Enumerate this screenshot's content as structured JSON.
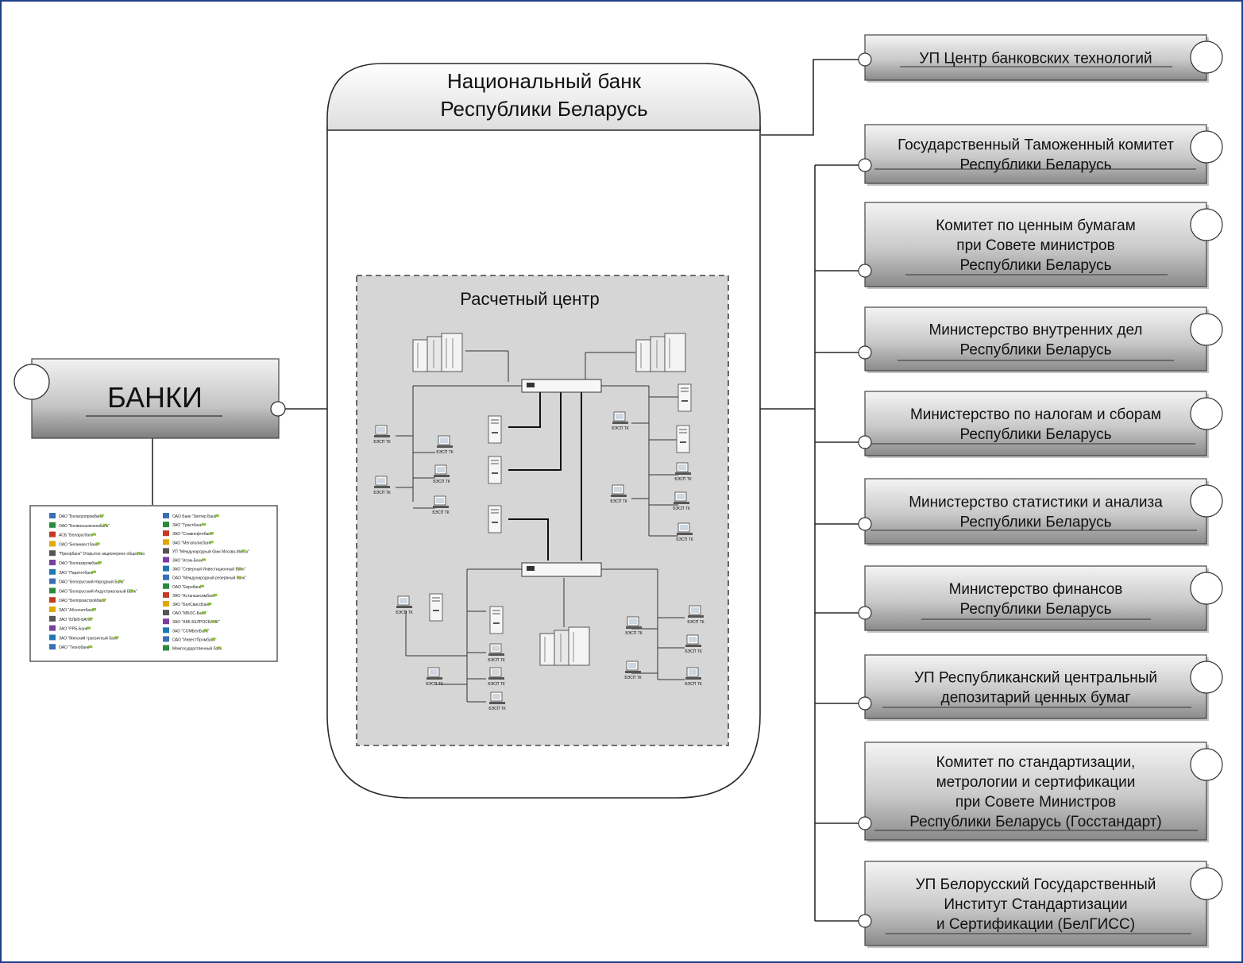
{
  "national_bank": {
    "title_line1": "Национальный банк",
    "title_line2": "Республики Беларусь"
  },
  "settlement_center": {
    "title": "Расчетный центр"
  },
  "banks": {
    "label": "БАНКИ"
  },
  "terminal_label": "БЭСП ТК",
  "organizations": [
    {
      "id": "ucbt",
      "lines": [
        "УП Центр банковских технологий"
      ]
    },
    {
      "id": "customs",
      "lines": [
        "Государственный Таможенный комитет",
        "Республики Беларусь"
      ]
    },
    {
      "id": "securities-committee",
      "lines": [
        "Комитет по ценным бумагам",
        "при Совете министров",
        "Республики Беларусь"
      ]
    },
    {
      "id": "interior",
      "lines": [
        "Министерство внутренних дел",
        "Республики Беларусь"
      ]
    },
    {
      "id": "taxes",
      "lines": [
        "Министерство по налогам и сборам",
        "Республики Беларусь"
      ]
    },
    {
      "id": "statistics",
      "lines": [
        "Министерство статистики и анализа",
        "Республики Беларусь"
      ]
    },
    {
      "id": "finance",
      "lines": [
        "Министерство финансов",
        "Республики Беларусь"
      ]
    },
    {
      "id": "depository",
      "lines": [
        "УП Республиканский центральный",
        "депозитарий ценных бумаг"
      ]
    },
    {
      "id": "gosstandart",
      "lines": [
        "Комитет по стандартизации,",
        "метрологии и сертификации",
        "при Совете Министров",
        "Республики Беларусь (Госстандарт)"
      ]
    },
    {
      "id": "belgiss",
      "lines": [
        "УП Белорусский Государственный",
        "Институт Стандартизации",
        "и Сертификации (БелГИСС)"
      ]
    }
  ],
  "bank_list": {
    "left": [
      "ОАО \"Белагропромбанк\"",
      "ОАО \"Белвнешэкономбанк\"",
      "АСБ \"Беларусбанк\"",
      "ОАО \"Белинвестбанк\"",
      "\"Приорбанк\" Открытое акционерное общество",
      "ОАО \"Белгазпромбанк\"",
      "ЗАО \"Паритетбанк\"",
      "ОАО \"Белорусский Народный Банк\"",
      "ОАО \"Белорусский Индустриальный Банк\"",
      "ОАО \"Белпромстройбанк\"",
      "ЗАО \"Абсолютбанк\"",
      "ЗАО \"БЛЕВ-БАНК\"",
      "ЗАО \"РРБ-Банк\"",
      "ЗАО \"Минский транзитный банк\"",
      "ОАО \"Технобанк\""
    ],
    "right": [
      "ОАО Банк \"Зептер Банк\"",
      "ЗАО \"Трастбанк\"",
      "ЗАО \"Славнефтебанк\"",
      "ЗАО \"Мегаполисбанк\"",
      "УП \"Международный банк Москва-Минск\"",
      "ЗАО \"Атом-Банк\"",
      "ЗАО \"Северный Инвестиционный Банк\"",
      "ОАО \"Международный резервный банк\"",
      "ОАО \"Евробанк\"",
      "ЗАО \"Астанаэксимбанк\"",
      "ЗАО \"БелСвиссБанк\"",
      "ОАО \"МБОС-Банк\"",
      "ЗАО \"АКБ БЕЛРОСБАНК\"",
      "ЗАО \"СОМБелБанк\"",
      "ОАО \"ИнвестПромбанк\"",
      "Межгосударственный банк"
    ]
  },
  "colors": {
    "frame": "#1f3f8a",
    "box_gradient_top": "#efefef",
    "box_gradient_bottom": "#8e8e8e",
    "settlement_fill": "#d6d6d6",
    "line": "#2a2a2a"
  }
}
